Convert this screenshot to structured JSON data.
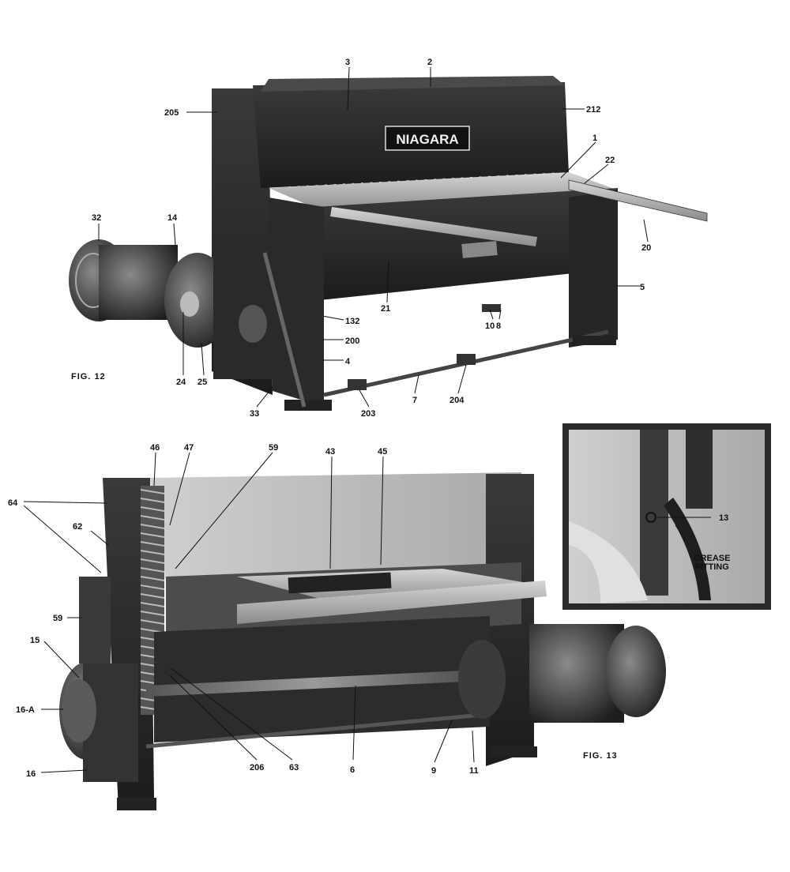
{
  "figure12": {
    "caption": "FIG. 12",
    "brand": "NIAGARA",
    "callouts": [
      "3",
      "2",
      "205",
      "212",
      "1",
      "22",
      "32",
      "14",
      "20",
      "5",
      "21",
      "132",
      "10",
      "8",
      "200",
      "4",
      "24",
      "25",
      "33",
      "7",
      "204",
      "203"
    ]
  },
  "figure13": {
    "caption": "FIG. 13",
    "callouts": [
      "46",
      "47",
      "59",
      "43",
      "45",
      "64",
      "62",
      "59",
      "15",
      "16-A",
      "16",
      "206",
      "63",
      "6",
      "9",
      "11"
    ]
  },
  "inset": {
    "callout": "13",
    "note_line1": "GREASE",
    "note_line2": "FITTING"
  },
  "colors": {
    "ink": "#111111",
    "paper": "#ffffff",
    "metal_dark": "#2b2b2b",
    "metal_mid": "#6f6f6f",
    "metal_light": "#b9b9b9"
  }
}
